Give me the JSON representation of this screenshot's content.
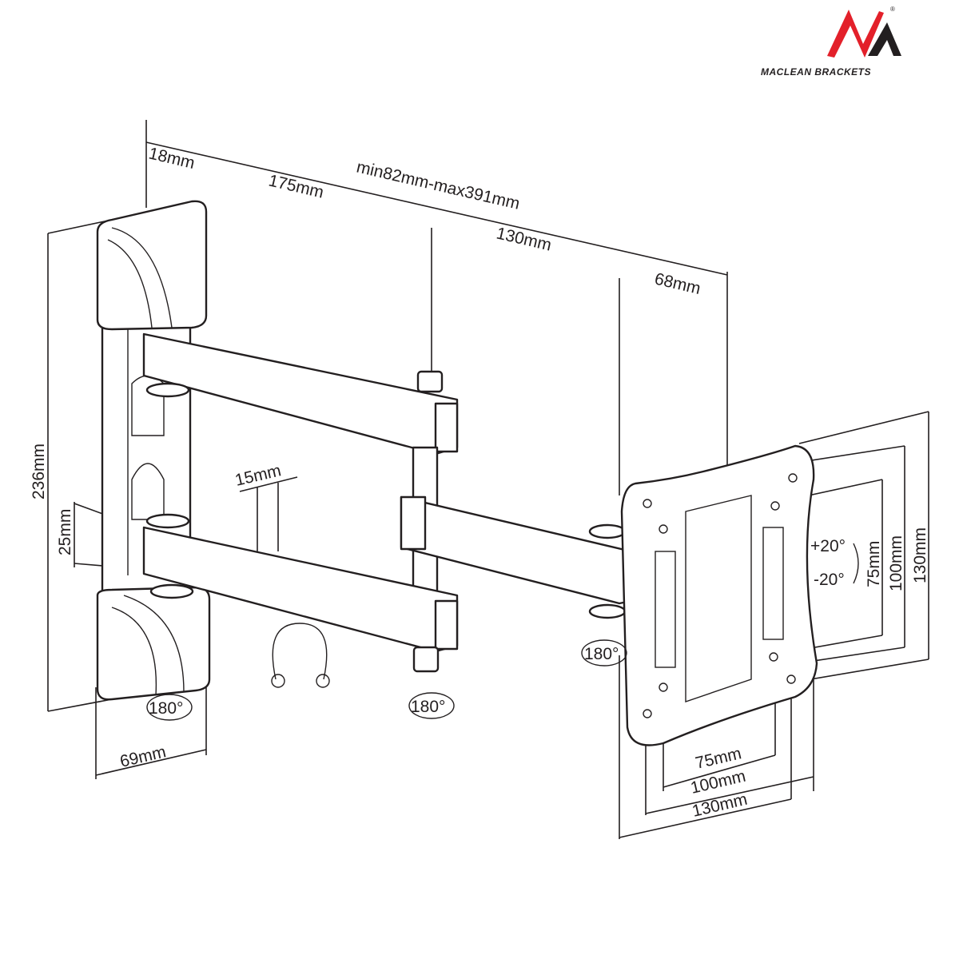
{
  "brand": {
    "name": "MACLEAN BRACKETS",
    "registered": "®",
    "colors": {
      "red": "#e3202a",
      "black": "#231f20"
    }
  },
  "dimensions": {
    "wall_plate_depth": "18mm",
    "first_arm": "175mm",
    "extension_range": "min82mm-max391mm",
    "second_arm": "130mm",
    "head_depth": "68mm",
    "height": "236mm",
    "arm_height": "25mm",
    "arm_width": "15mm",
    "wall_plate_width": "69mm",
    "vesa_v1": "75mm",
    "vesa_v2": "100mm",
    "vesa_v3": "130mm",
    "vesa_h1": "75mm",
    "vesa_h2": "100mm",
    "vesa_h3": "130mm"
  },
  "rotations": {
    "wall_swivel": "180°",
    "middle_swivel": "180°",
    "head_swivel": "180°",
    "tilt_up": "+20°",
    "tilt_down": "-20°"
  }
}
